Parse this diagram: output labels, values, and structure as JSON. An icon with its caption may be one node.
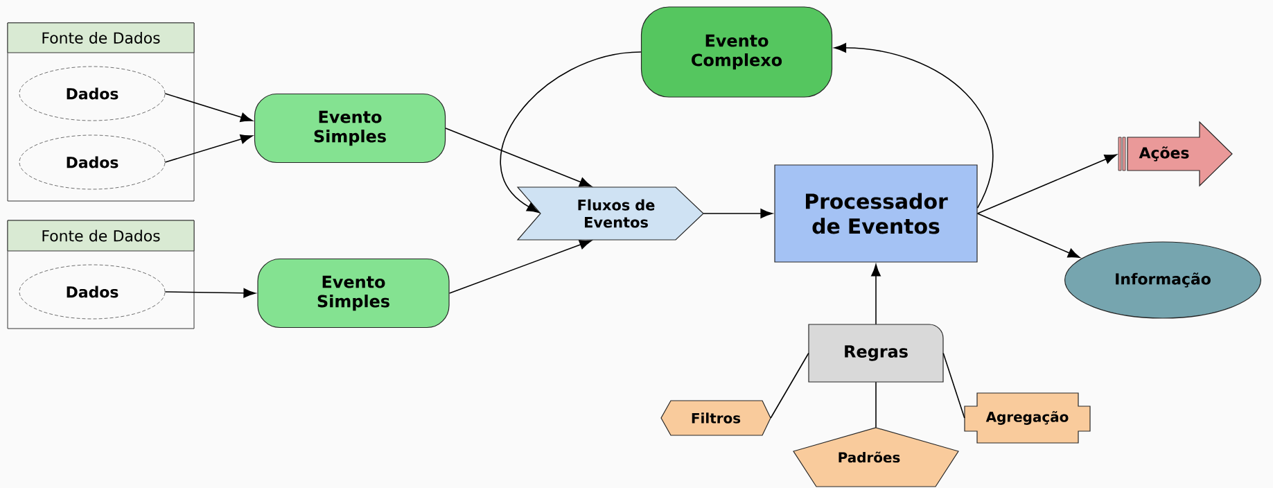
{
  "diagram": {
    "nodes": [
      {
        "text": [
          "Fonte de Dados"
        ]
      },
      {
        "text": [
          "Dados"
        ],
        "in": 0
      },
      {
        "text": [
          "Dados"
        ],
        "in": 0
      },
      {
        "text": [
          "Fonte de Dados"
        ]
      },
      {
        "text": [
          "Dados"
        ],
        "in": 3
      },
      {
        "text": [
          "Evento Simples"
        ]
      },
      {
        "text": [
          "Evento Simples"
        ]
      },
      {
        "text": [
          "Evento Complexo"
        ]
      },
      {
        "text": [
          "Fluxos de Eventos"
        ]
      },
      {
        "text": [
          "Processador de Eventos"
        ]
      },
      {
        "text": [
          "Ações"
        ]
      },
      {
        "text": [
          "Informação"
        ]
      },
      {
        "text": [
          "Regras"
        ]
      },
      {
        "text": [
          "Filtros"
        ]
      },
      {
        "text": [
          "Padrões"
        ]
      },
      {
        "text": [
          "Agregação"
        ]
      }
    ],
    "edges": [
      {
        "from": 1,
        "to": 5,
        "arrow": "to"
      },
      {
        "from": 2,
        "to": 5,
        "arrow": "to"
      },
      {
        "from": 4,
        "to": 6,
        "arrow": "to"
      },
      {
        "from": 5,
        "to": 8,
        "arrow": "to"
      },
      {
        "from": 6,
        "to": 8,
        "arrow": "to"
      },
      {
        "from": 8,
        "to": 9,
        "arrow": "to"
      },
      {
        "from": 9,
        "to": 10,
        "arrow": "to"
      },
      {
        "from": 9,
        "to": 11,
        "arrow": "to"
      },
      {
        "from": 12,
        "to": 9,
        "arrow": "to"
      },
      {
        "from": 7,
        "to": 8,
        "arrow": "to"
      },
      {
        "from": 9,
        "to": 7,
        "arrow": "to"
      },
      {
        "from": 13,
        "to": 12,
        "arrow": "none"
      },
      {
        "from": 14,
        "to": 12,
        "arrow": "none"
      },
      {
        "from": 15,
        "to": 12,
        "arrow": "none"
      }
    ]
  }
}
